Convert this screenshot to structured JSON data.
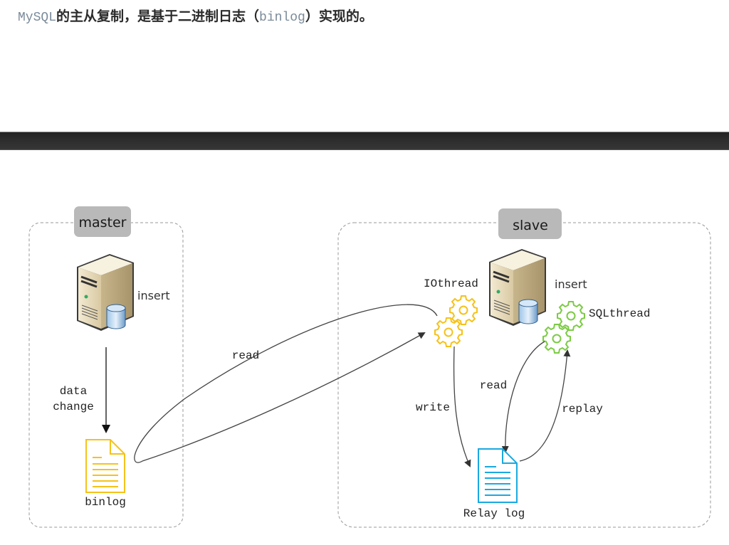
{
  "intro": {
    "prefix_mono": "MySQL",
    "text_zh_1": "的主从复制，是基于二进制日志（",
    "mono_binlog": "binlog",
    "text_zh_2": "）实现的。"
  },
  "diagram": {
    "master": {
      "title": "master",
      "server_label": "insert",
      "arrow_label_line1": "data",
      "arrow_label_line2": "change",
      "file_label": "binlog",
      "file_color": "#f5c21b"
    },
    "slave": {
      "title": "slave",
      "server_label": "insert",
      "io_thread_label": "IOthread",
      "sql_thread_label": "SQLthread",
      "write_label": "write",
      "read_label": "read",
      "replay_label": "replay",
      "file_label": "Relay log",
      "file_color": "#1aa9e0",
      "io_gear_color": "#f5c21b",
      "sql_gear_color": "#7ccb45"
    },
    "cross_read_label": "read"
  }
}
